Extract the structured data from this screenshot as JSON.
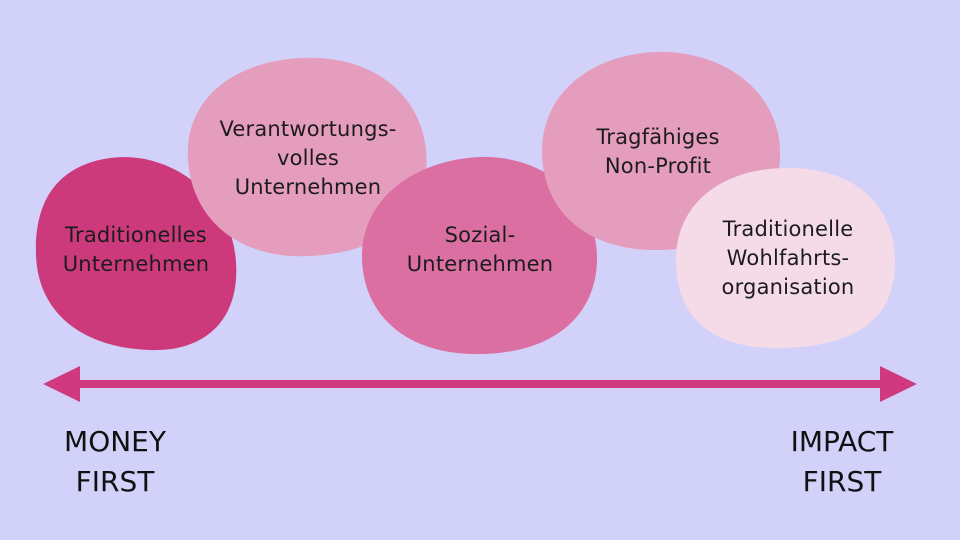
{
  "colors": {
    "background": "#d2d1fa",
    "arrow": "#cf3a7e",
    "blob_traditional_business": "#cd3a7c",
    "blob_responsible_business": "#e59dbd",
    "blob_social_business": "#db6fa1",
    "blob_sustainable_nonprofit": "#e59dbd",
    "blob_traditional_welfare": "#f5dbe7"
  },
  "spectrum": {
    "left_end": "MONEY\nFIRST",
    "right_end": "IMPACT\nFIRST"
  },
  "organizations": [
    {
      "id": "traditional-business",
      "label": "Traditionelles\nUnternehmen"
    },
    {
      "id": "responsible-business",
      "label": "Verantwortungs-\nvolles\nUnternehmen"
    },
    {
      "id": "social-business",
      "label": "Sozial-\nUnternehmen"
    },
    {
      "id": "sustainable-nonprofit",
      "label": "Tragfähiges\nNon-Profit"
    },
    {
      "id": "traditional-welfare",
      "label": "Traditionelle\nWohlfahrts-\norganisation"
    }
  ]
}
